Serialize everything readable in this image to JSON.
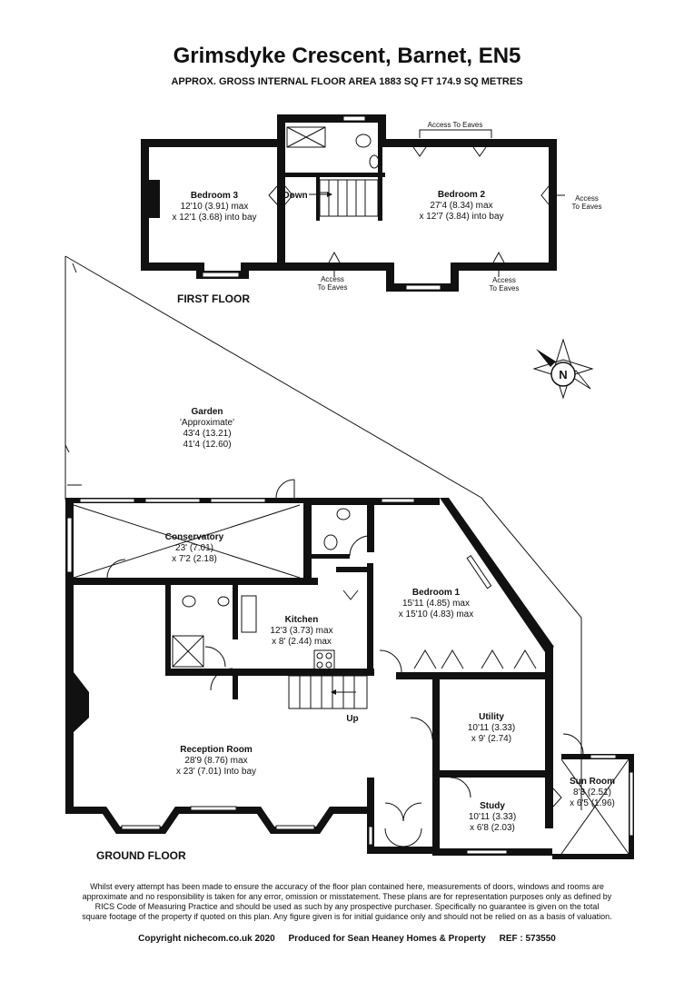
{
  "header": {
    "title": "Grimsdyke Crescent, Barnet, EN5",
    "subtitle": "APPROX. GROSS INTERNAL FLOOR AREA 1883 SQ FT 174.9 SQ METRES"
  },
  "floors": {
    "first": "FIRST FLOOR",
    "ground": "GROUND FLOOR"
  },
  "rooms": {
    "bedroom3": {
      "name": "Bedroom 3",
      "dim1": "12'10 (3.91) max",
      "dim2": "x 12'1 (3.68) into bay"
    },
    "bedroom2": {
      "name": "Bedroom 2",
      "dim1": "27'4 (8.34) max",
      "dim2": "x 12'7 (3.84) into bay"
    },
    "garden": {
      "name": "Garden",
      "dim1": "'Approximate'",
      "dim2": "43'4 (13.21)",
      "dim3": "41'4 (12.60)"
    },
    "conservatory": {
      "name": "Conservatory",
      "dim1": "23' (7.01)",
      "dim2": "x 7'2 (2.18)"
    },
    "kitchen": {
      "name": "Kitchen",
      "dim1": "12'3 (3.73) max",
      "dim2": "x 8' (2.44) max"
    },
    "bedroom1": {
      "name": "Bedroom 1",
      "dim1": "15'11 (4.85) max",
      "dim2": "x 15'10 (4.83) max"
    },
    "utility": {
      "name": "Utility",
      "dim1": "10'11 (3.33)",
      "dim2": "x 9' (2.74)"
    },
    "reception": {
      "name": "Reception Room",
      "dim1": "28'9 (8.76) max",
      "dim2": "x 23' (7.01) Into bay"
    },
    "study": {
      "name": "Study",
      "dim1": "10'11 (3.33)",
      "dim2": "x 6'8 (2.03)"
    },
    "sunroom": {
      "name": "Sun Room",
      "dim1": "8'3 (2.51)",
      "dim2": "x 6'5 (1.96)"
    }
  },
  "labels": {
    "down": "Down",
    "up": "Up",
    "access_line1": "Access",
    "access_line2": "To Eaves",
    "access_top": "Access To Eaves",
    "compass": "N"
  },
  "disclaimer": "Whilst every attempt has been made to ensure the accuracy of the floor plan contained here, measurements of doors, windows and rooms are approximate and no responsibility is taken for any error, omission or misstatement. These plans are for representation purposes only as defined by RICS Code of Measuring Practice and should be used as such by any prospective purchaser. Specifically no guarantee is given on the total square footage of the property if quoted on this plan. Any figure given is for initial guidance only and should not be relied on as a basis of valuation.",
  "footer": {
    "copyright": "Copyright nichecom.co.uk 2020",
    "produced": "Produced for Sean Heaney Homes & Property",
    "ref": "REF :  573550"
  }
}
